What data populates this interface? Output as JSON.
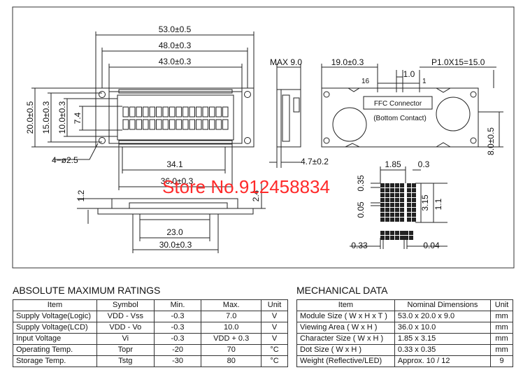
{
  "watermark": "Store No.912458834",
  "drawing": {
    "front": {
      "dim_width_overall": "53.0±0.5",
      "dim_width_bezel": "48.0±0.3",
      "dim_width_view": "43.0±0.3",
      "dim_height_overall": "20.0±0.5",
      "dim_height_bezel": "15.0±0.3",
      "dim_height_view": "10.0±0.3",
      "dim_height_active": "7.4",
      "dim_holes": "4−ø2.5",
      "dim_active_width": "34.1",
      "dim_view_width2": "36.0±0.3"
    },
    "side": {
      "dim_max": "MAX 9.0",
      "dim_offset": "4.7±0.2"
    },
    "back": {
      "dim_connector_offset": "19.0±0.3",
      "dim_pitch": "P1.0X15=15.0",
      "dim_pitch_one": "1.0",
      "pin_16": "16",
      "pin_1": "1",
      "connector_label": "FFC Connector",
      "contact_label": "(Bottom Contact)",
      "dim_right": "8.0±0.5"
    },
    "bottom": {
      "dim_1_2": "1.2",
      "dim_2_4": "2.4",
      "dim_23": "23.0",
      "dim_30": "30.0±0.3"
    },
    "char": {
      "dim_1_85": "1.85",
      "dim_0_3": "0.3",
      "dim_0_35": "0.35",
      "dim_3_15": "3.15",
      "dim_1_1": "1.1",
      "dim_0_05": "0.05",
      "dim_0_33": "0.33",
      "dim_0_04": "0.04"
    }
  },
  "abs_ratings": {
    "title": "ABSOLUTE MAXIMUM RATINGS",
    "headers": [
      "Item",
      "Symbol",
      "Min.",
      "Max.",
      "Unit"
    ],
    "rows": [
      [
        "Supply Voltage(Logic)",
        "VDD - Vss",
        "-0.3",
        "7.0",
        "V"
      ],
      [
        "Supply Voltage(LCD)",
        "VDD - Vo",
        "-0.3",
        "10.0",
        "V"
      ],
      [
        "Input  Voltage",
        "Vi",
        "-0.3",
        "VDD + 0.3",
        "V"
      ],
      [
        "Operating Temp.",
        "Topr",
        "-20",
        "70",
        "°C"
      ],
      [
        "Storage Temp.",
        "Tstg",
        "-30",
        "80",
        "°C"
      ]
    ]
  },
  "mech_data": {
    "title": "MECHANICAL DATA",
    "headers": [
      "Item",
      "Nominal Dimensions",
      "Unit"
    ],
    "rows": [
      [
        "Module Size ( W x H x T )",
        "53.0 x 20.0 x 9.0",
        "mm"
      ],
      [
        "Viewing Area ( W x H )",
        "36.0 x 10.0",
        "mm"
      ],
      [
        "Character Size ( W x H )",
        "1.85 x 3.15",
        "mm"
      ],
      [
        "Dot Size ( W x H )",
        "0.33 x 0.35",
        "mm"
      ],
      [
        "Weight (Reflective/LED)",
        "Approx.  10 / 12",
        "9"
      ]
    ]
  }
}
